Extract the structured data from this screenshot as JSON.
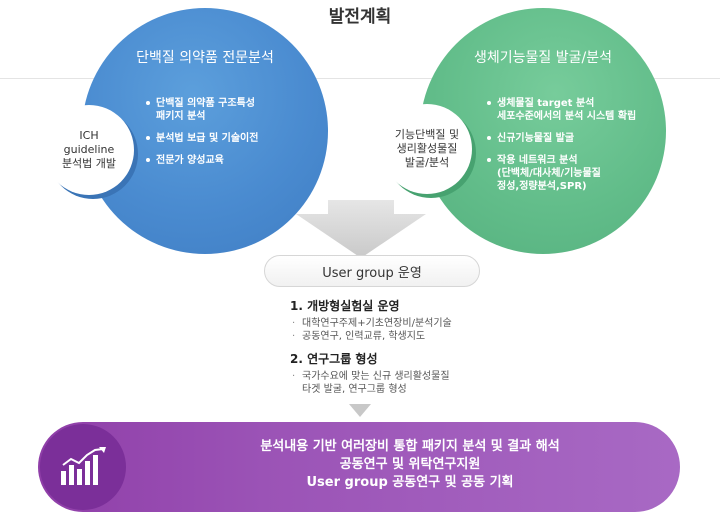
{
  "title": "발전계획",
  "left_circle": {
    "title": "단백질 의약품 전문분석",
    "badge_lines": [
      "ICH",
      "guideline",
      "분석법 개발"
    ],
    "bullets": [
      "단백질 의약품 구조특성\n패키지 분석",
      "분석법 보급 및 기술이전",
      "전문가 양성교육"
    ],
    "color": "#4a8bd0"
  },
  "right_circle": {
    "title": "생체기능물질 발굴/분석",
    "badge_lines": [
      "기능단백질 및",
      "생리활성물질",
      "발굴/분석"
    ],
    "bullets": [
      "생체물질 target 분석\n세포수준에서의 분석 시스템 확립",
      "신규기능물질 발굴",
      "작용 네트워크 분석\n(단백체/대사체/기능물질\n정성,정량분석,SPR)"
    ],
    "color": "#62bd8a"
  },
  "user_group": "User group 운영",
  "sections": [
    {
      "heading": "1. 개방형실험실 운영",
      "items": [
        "대학연구주제+기초연장비/분석기술",
        "공동연구, 인력교류, 학생지도"
      ]
    },
    {
      "heading": "2. 연구그룹 형성",
      "items": [
        "국가수요에 맞는 신규 생리활성물질\n타겟 발굴, 연구그룹 형성"
      ]
    }
  ],
  "banner": {
    "icon": "bar-line-chart-icon",
    "lines": [
      "분석내용 기반 여러장비 통합 패키지 분석 및 결과 해석",
      "공동연구 및 위탁연구지원",
      "User group 공동연구 및 공동 기획"
    ],
    "color": "#9b53b6"
  }
}
